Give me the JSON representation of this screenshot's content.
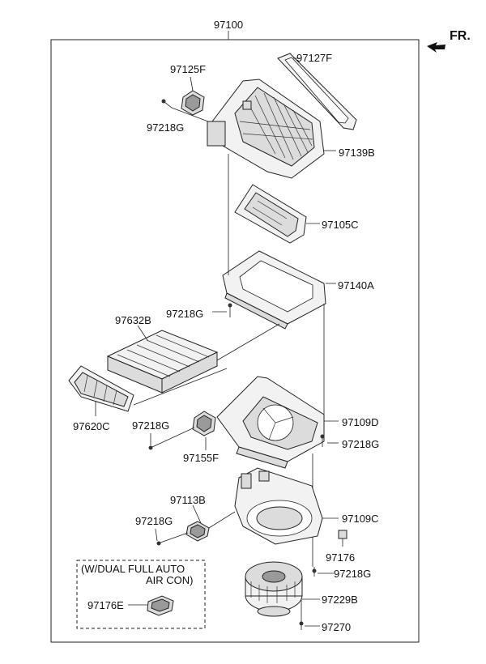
{
  "diagram": {
    "assembly_number": "97100",
    "direction_label": "FR.",
    "option_box": {
      "line1": "(W/DUAL FULL AUTO",
      "line2": "AIR CON)"
    },
    "parts": {
      "p97127F": "97127F",
      "p97125F": "97125F",
      "p97218G_top": "97218G",
      "p97139B": "97139B",
      "p97105C": "97105C",
      "p97140A": "97140A",
      "p97218G_mid": "97218G",
      "p97632B": "97632B",
      "p97620C": "97620C",
      "p97218G_left": "97218G",
      "p97109D": "97109D",
      "p97218G_right": "97218G",
      "p97155F": "97155F",
      "p97113B": "97113B",
      "p97218G_lower": "97218G",
      "p97109C": "97109C",
      "p97176": "97176",
      "p97218G_bottom": "97218G",
      "p97176E": "97176E",
      "p97229B": "97229B",
      "p97270": "97270"
    }
  }
}
